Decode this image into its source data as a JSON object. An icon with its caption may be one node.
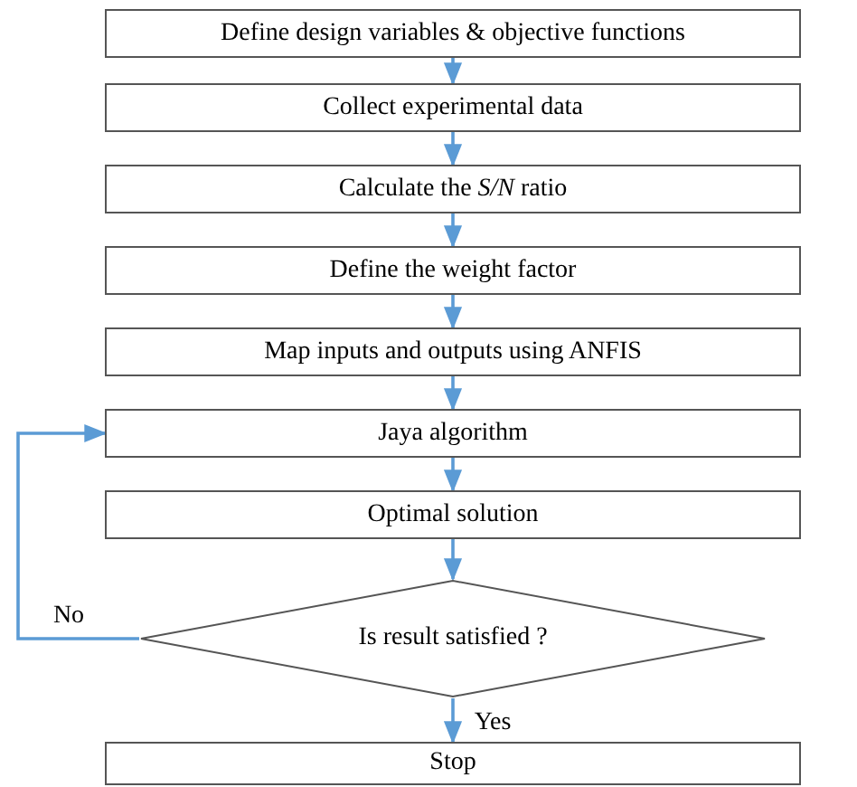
{
  "diagram": {
    "nodes": [
      {
        "text": [
          "Define design variables & objective functions"
        ]
      },
      {
        "text": [
          "Collect experimental data"
        ]
      },
      {
        "text": [
          "Calculate the *S/N* ratio"
        ]
      },
      {
        "text": [
          "Define the weight factor"
        ]
      },
      {
        "text": [
          "Map inputs and outputs using ANFIS"
        ]
      },
      {
        "text": [
          "Jaya algorithm"
        ]
      },
      {
        "text": [
          "Optimal solution"
        ]
      },
      {
        "text": [
          "Is result satisfied ?"
        ]
      },
      {
        "text": [
          "Stop"
        ]
      }
    ],
    "edges": [
      {
        "from": 0,
        "to": 1,
        "arrow": "to"
      },
      {
        "from": 1,
        "to": 2,
        "arrow": "to"
      },
      {
        "from": 2,
        "to": 3,
        "arrow": "to"
      },
      {
        "from": 3,
        "to": 4,
        "arrow": "to"
      },
      {
        "from": 4,
        "to": 5,
        "arrow": "to"
      },
      {
        "from": 5,
        "to": 6,
        "arrow": "to"
      },
      {
        "from": 6,
        "to": 7,
        "arrow": "to"
      },
      {
        "from": 7,
        "to": 5,
        "arrow": "to",
        "label": "No"
      },
      {
        "from": 7,
        "to": 8,
        "arrow": "to",
        "label": "Yes"
      }
    ]
  }
}
